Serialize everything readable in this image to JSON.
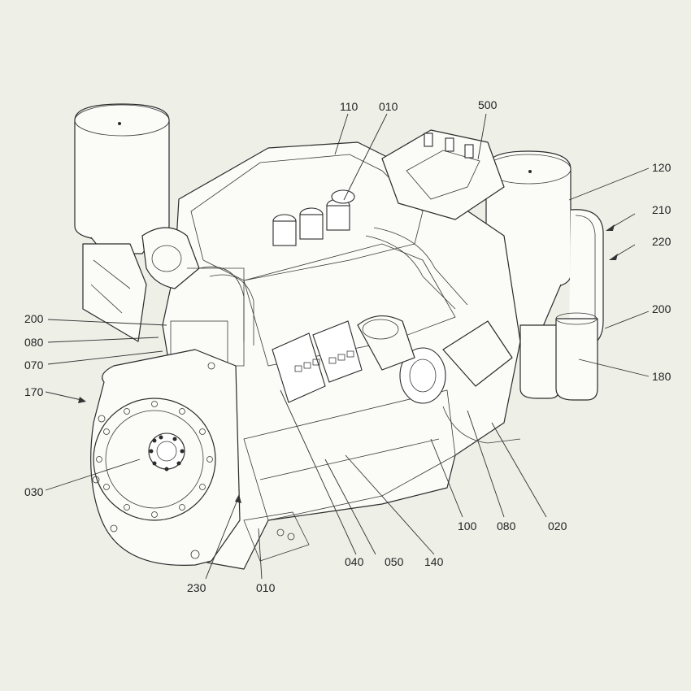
{
  "callouts": [
    {
      "id": "c110a",
      "label": "110"
    },
    {
      "id": "c010a",
      "label": "010"
    },
    {
      "id": "c500",
      "label": "500"
    },
    {
      "id": "c120",
      "label": "120"
    },
    {
      "id": "c210",
      "label": "210"
    },
    {
      "id": "c220",
      "label": "220"
    },
    {
      "id": "c200a",
      "label": "200"
    },
    {
      "id": "c200b",
      "label": "200"
    },
    {
      "id": "c080a",
      "label": "080"
    },
    {
      "id": "c070",
      "label": "070"
    },
    {
      "id": "c170",
      "label": "170"
    },
    {
      "id": "c180",
      "label": "180"
    },
    {
      "id": "c030",
      "label": "030"
    },
    {
      "id": "c020",
      "label": "020"
    },
    {
      "id": "c080b",
      "label": "080"
    },
    {
      "id": "c100",
      "label": "100"
    },
    {
      "id": "c140",
      "label": "140"
    },
    {
      "id": "c050",
      "label": "050"
    },
    {
      "id": "c040",
      "label": "040"
    },
    {
      "id": "c230",
      "label": "230"
    },
    {
      "id": "c010b",
      "label": "010"
    }
  ],
  "colors": {
    "background": "#eef0e8",
    "ink": "#2b2b2b"
  }
}
